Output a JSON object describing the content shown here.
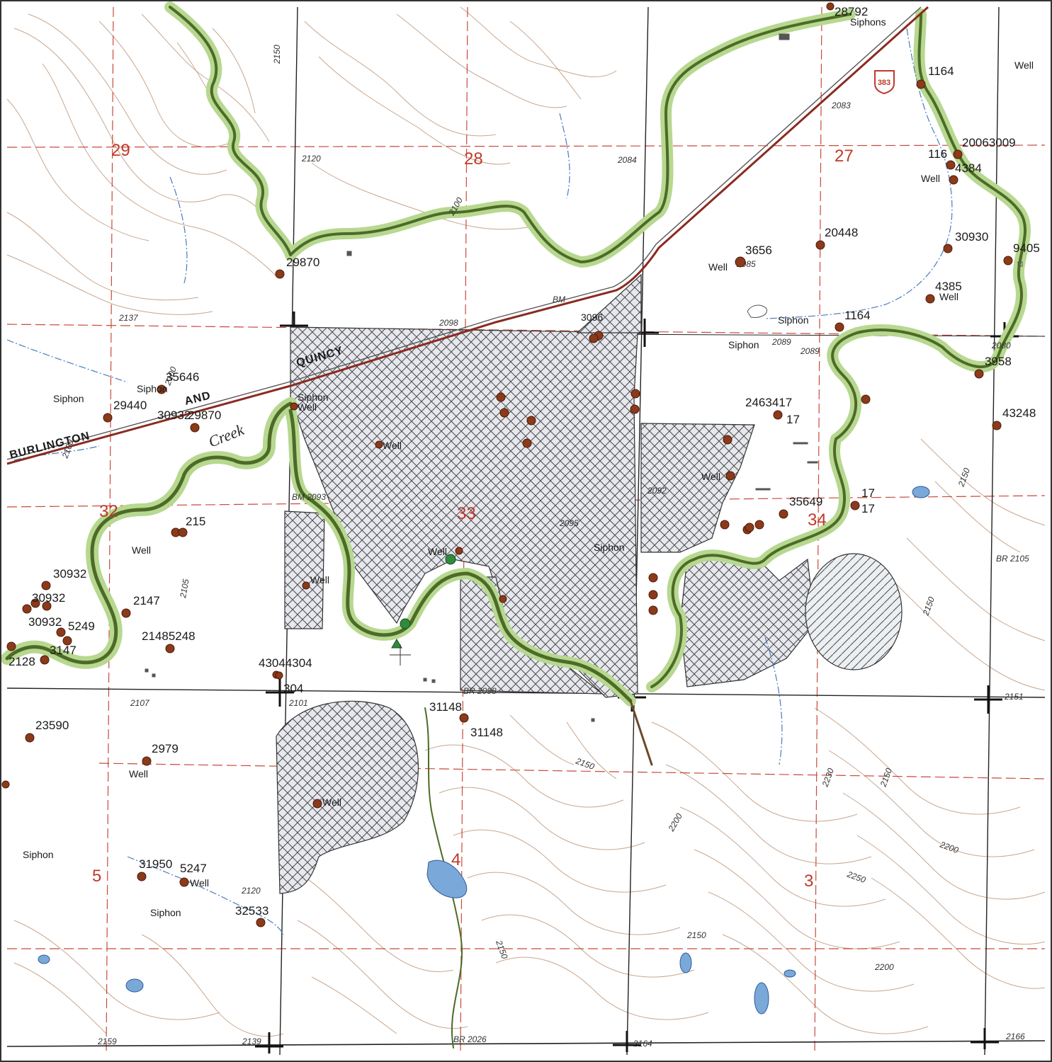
{
  "colors": {
    "section_line": "#c84a3a",
    "stream": "#4d6b26",
    "riparian": "#b7d890",
    "well": "#8b3a1a",
    "well_green": "#2e8b3a",
    "railroad": "#8b2a20",
    "hatch": "#4a4a4a",
    "hatch_fill": "#e6e8ee",
    "water": "#7aa8d8",
    "section_number": "#c0392b"
  },
  "sections": [
    {
      "id": "s29",
      "label": "29"
    },
    {
      "id": "s28",
      "label": "28"
    },
    {
      "id": "s27",
      "label": "27"
    },
    {
      "id": "s32",
      "label": "32"
    },
    {
      "id": "s33",
      "label": "33"
    },
    {
      "id": "s34",
      "label": "34"
    },
    {
      "id": "s5",
      "label": "5"
    },
    {
      "id": "s4",
      "label": "4"
    },
    {
      "id": "s3",
      "label": "3"
    }
  ],
  "road_labels": [
    "BURLINGTON",
    "AND",
    "QUINCY"
  ],
  "creek_label": "Creek",
  "highway_shield": "383",
  "well_labels": [
    "28792",
    "Siphons",
    "1164",
    "Well",
    "20063009",
    "116",
    "4384",
    "Well",
    "30930",
    "9405",
    "20448",
    "3656",
    "Well",
    "29870",
    "4385",
    "Well",
    "Siphon",
    "1164",
    "Siphon",
    "3958",
    "43248",
    "35646",
    "Siphon",
    "Siphon",
    "29440",
    "30932",
    "29870",
    "Siphon",
    "Well",
    "Well",
    "2463417",
    "17",
    "Well",
    "35649",
    "17",
    "17",
    "Siphon",
    "Well",
    "215",
    "Well",
    "30932",
    "30932",
    "30932",
    "5249",
    "2147",
    "21485248",
    "3147",
    "2128",
    "Well",
    "43044304",
    "304",
    "23590",
    "2979",
    "Well",
    "31148",
    "31148",
    "Well",
    "Siphon",
    "31950",
    "5247",
    "Well",
    "Siphon",
    "32533",
    "3096"
  ],
  "elevation_labels": [
    "2150",
    "2120",
    "2100",
    "2084",
    "2083",
    "2098",
    "2137",
    "2100",
    "2100",
    "BM 2093",
    "2092",
    "2095",
    "2107",
    "2101",
    "BR 2098",
    "2150",
    "2200",
    "2200",
    "2250",
    "2230",
    "2150",
    "2151",
    "2120",
    "2159",
    "2139",
    "2164",
    "2166",
    "BR 2026",
    "2150",
    "2105",
    "2150",
    "BR 2105",
    "2150",
    "2200",
    "2150",
    "2089",
    "BM",
    "2089",
    "2080",
    "2085"
  ]
}
